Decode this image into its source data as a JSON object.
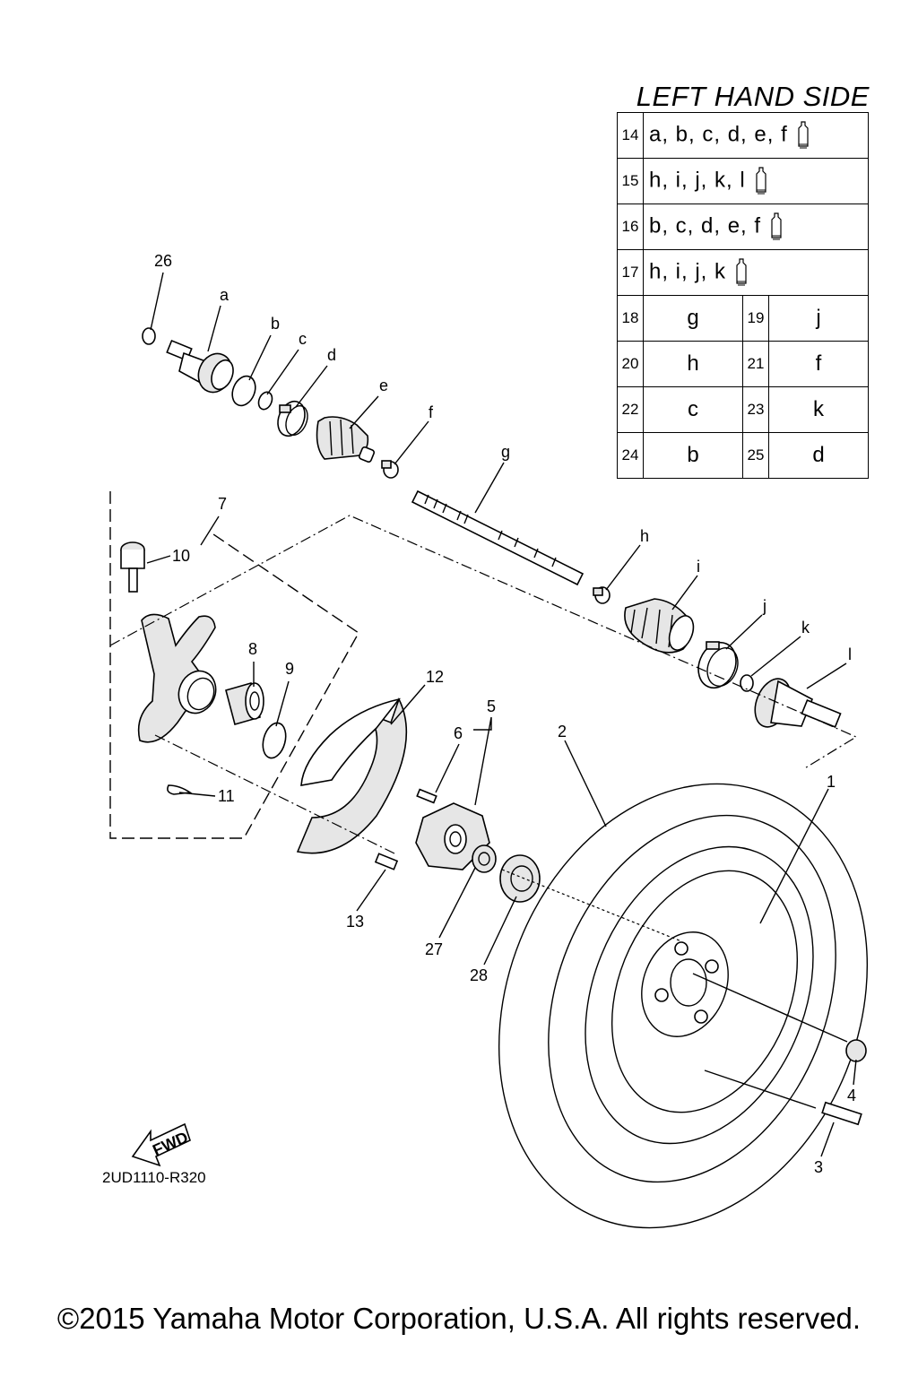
{
  "table": {
    "title": "LEFT HAND SIDE",
    "kit_rows": [
      {
        "num": "14",
        "value": "a, b, c, d, e, f",
        "icon": "grease-tube-icon"
      },
      {
        "num": "15",
        "value": "h, i, j, k, l",
        "icon": "grease-tube-icon"
      },
      {
        "num": "16",
        "value": "b, c, d, e, f",
        "icon": "grease-tube-icon"
      },
      {
        "num": "17",
        "value": "h, i, j, k",
        "icon": "grease-tube-icon"
      }
    ],
    "pair_rows": [
      {
        "n1": "18",
        "v1": "g",
        "n2": "19",
        "v2": "j"
      },
      {
        "n1": "20",
        "v1": "h",
        "n2": "21",
        "v2": "f"
      },
      {
        "n1": "22",
        "v1": "c",
        "n2": "23",
        "v2": "k"
      },
      {
        "n1": "24",
        "v1": "b",
        "n2": "25",
        "v2": "d"
      }
    ]
  },
  "callouts": {
    "p26": "26",
    "pa": "a",
    "pb": "b",
    "pc": "c",
    "pd": "d",
    "pe": "e",
    "pf": "f",
    "pg": "g",
    "ph": "h",
    "pi": "i",
    "pj": "j",
    "pk": "k",
    "pl": "l",
    "p7": "7",
    "p10": "10",
    "p8": "8",
    "p9": "9",
    "p11": "11",
    "p12": "12",
    "p5": "5",
    "p6": "6",
    "p13": "13",
    "p27": "27",
    "p28": "28",
    "p2": "2",
    "p1": "1",
    "p4": "4",
    "p3": "3"
  },
  "fwd_label": "FWD",
  "diagram_code": "2UD1110-R320",
  "copyright": "©2015 Yamaha Motor Corporation, U.S.A. All rights reserved."
}
